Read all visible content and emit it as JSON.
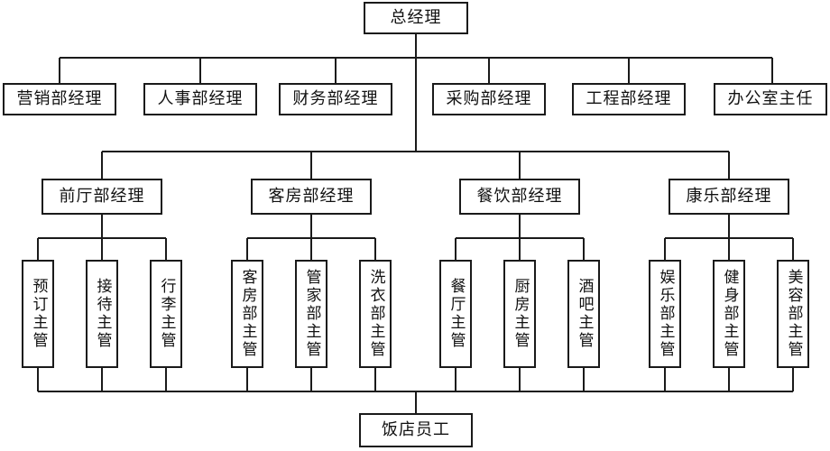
{
  "org_chart": {
    "top": "总经理",
    "departments": [
      "营销部经理",
      "人事部经理",
      "财务部经理",
      "采购部经理",
      "工程部经理",
      "办公室主任"
    ],
    "operations": [
      {
        "manager": "前厅部经理",
        "supervisors": [
          "预订主管",
          "接待主管",
          "行李主管"
        ]
      },
      {
        "manager": "客房部经理",
        "supervisors": [
          "客房部主管",
          "管家部主管",
          "洗衣部主管"
        ]
      },
      {
        "manager": "餐饮部经理",
        "supervisors": [
          "餐厅主管",
          "厨房主管",
          "酒吧主管"
        ]
      },
      {
        "manager": "康乐部经理",
        "supervisors": [
          "娱乐部主管",
          "健身部主管",
          "美容部主管"
        ]
      }
    ],
    "staff": "饭店员工"
  },
  "colors": {
    "line": "#1a1a1a",
    "box_border": "#1a1a1a",
    "box_fill": "#ffffff",
    "text": "#111111"
  }
}
